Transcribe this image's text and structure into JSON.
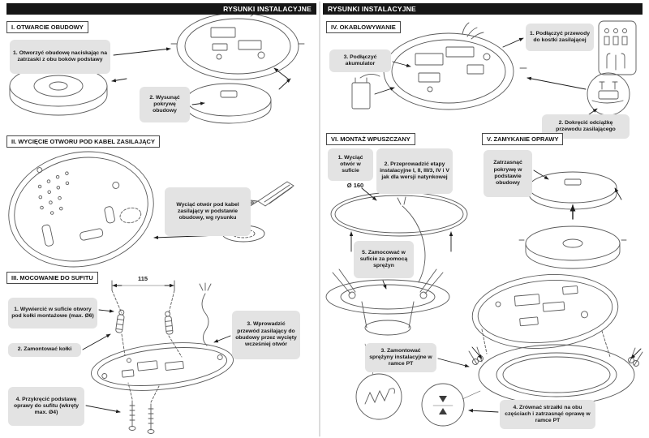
{
  "headers": {
    "left": "RYSUNKI INSTALACYJNE",
    "right": "RYSUNKI INSTALACYJNE"
  },
  "open_housing": {
    "title": "I. OTWARCIE OBUDOWY",
    "step1": "1. Otworzyć obudowę naciskając na zatrzaski z obu boków podstawy",
    "step2": "2. Wysunąć pokrywę obudowy"
  },
  "cut_hole": {
    "title": "II. WYCIĘCIE OTWORU POD KABEL ZASILAJĄCY",
    "note": "Wyciąć otwór pod kabel zasilający w podstawie obudowy, wg rysunku"
  },
  "ceiling_mount": {
    "title": "III. MOCOWANIE DO SUFITU",
    "dimension": "115",
    "step1": "1. Wywiercić w suficie otwory pod kołki montażowe (max. Ø6)",
    "step2": "2. Zamontować kołki",
    "step3": "3. Wprowadzić przewód zasilający do obudowy przez wycięty wcześniej otwór",
    "step4": "4. Przykręcić podstawę oprawy do sufitu (wkręty max. Ø4)"
  },
  "wiring": {
    "title": "IV. OKABLOWYWANIE",
    "step1": "1. Podłączyć przewody do kostki zasilającej",
    "step2": "2. Dokręcić odciążkę przewodu zasilającego",
    "step3": "3. Podłączyć akumulator"
  },
  "recessed": {
    "title": "VI. MONTAŻ WPUSZCZANY",
    "dimension": "Ø 160",
    "step1": "1. Wyciąć otwór w suficie",
    "step2": "2. Przeprowadzić etapy instalacyjne I, II, III/3, IV i V jak dla wersji natynkowej",
    "step3": "3. Zamontować sprężyny instalacyjne w ramce PT",
    "step4": "4. Zrównać strzałki na obu częściach i zatrzasnąć oprawę w ramce PT",
    "step5": "5. Zamocować w suficie za pomocą sprężyn"
  },
  "closing": {
    "title": "V. ZAMYKANIE OPRAWY",
    "note": "Zatrzasnąć pokrywę w podstawie obudowy"
  }
}
